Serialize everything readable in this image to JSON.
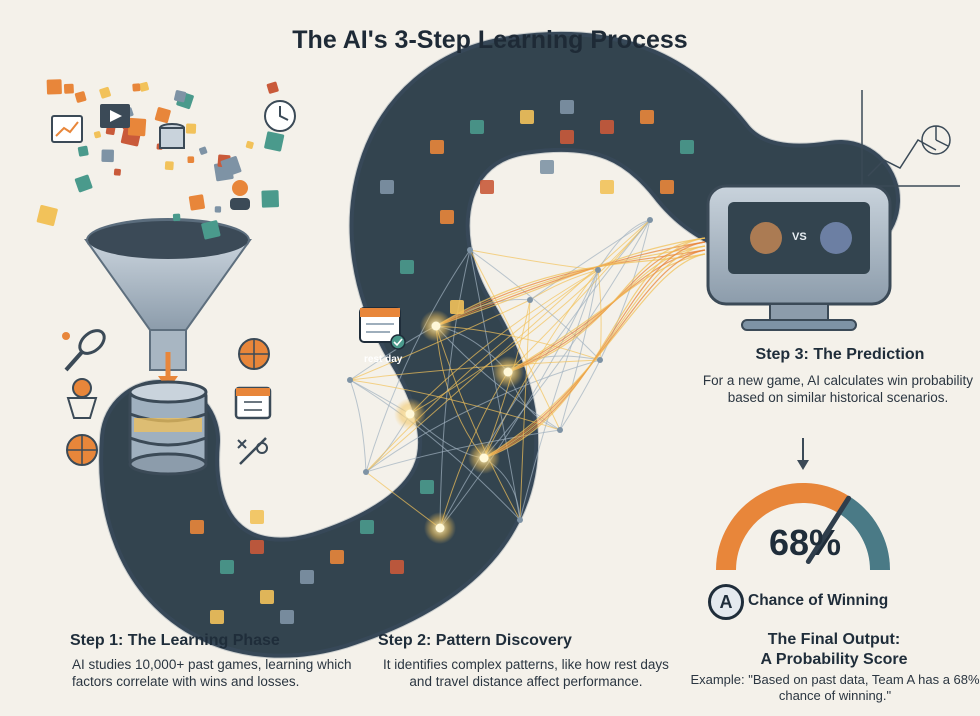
{
  "title": "The AI's 3-Step Learning Process",
  "step1": {
    "heading": "Step 1: The Learning Phase",
    "description": "AI studies 10,000+ past games, learning which factors correlate with wins and losses."
  },
  "step2": {
    "heading": "Step 2: Pattern Discovery",
    "description": "It identifies complex patterns, like how rest days and travel distance affect performance."
  },
  "step3": {
    "heading": "Step 3: The Prediction",
    "description": "For a new game, AI calculates win probability based on similar historical scenarios."
  },
  "rest_day_label": "rest day",
  "versus_label": "VS",
  "gauge": {
    "value_percent": 68,
    "value_text": "68%",
    "label": "Chance of Winning",
    "team_letter": "A"
  },
  "final": {
    "heading_line1": "The Final Output:",
    "heading_line2": "A Probability Score",
    "example": "Example: \"Based on past data, Team A has a 68% chance of winning.\""
  },
  "colors": {
    "background": "#f4f1ea",
    "path": "#2f3e4c",
    "orange": "#e8863a",
    "teal": "#4a9a8c",
    "gold": "#f2c25a",
    "slate": "#7e93a5"
  }
}
